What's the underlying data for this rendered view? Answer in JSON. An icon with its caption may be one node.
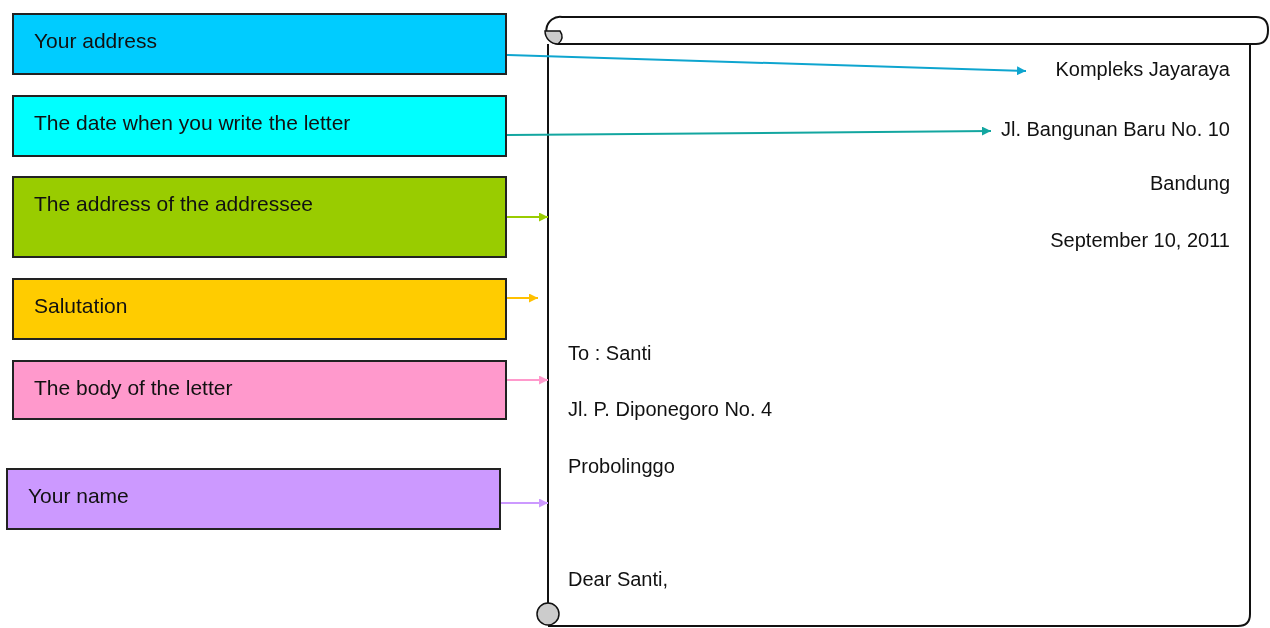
{
  "diagram": {
    "nodes": [
      {
        "text": [
          "Your address"
        ]
      },
      {
        "text": [
          "The date when you write the letter"
        ]
      },
      {
        "text": [
          "The address of the addressee"
        ]
      },
      {
        "text": [
          "Salutation"
        ]
      },
      {
        "text": [
          "The body of the letter"
        ]
      },
      {
        "text": [
          "Your name"
        ]
      },
      {
        "text": [],
        "shape": "scroll"
      },
      {
        "text": [
          "Kompleks Jayaraya"
        ],
        "in": 6
      },
      {
        "text": [
          "Jl. Bangunan Baru No. 10"
        ],
        "in": 6
      }
    ],
    "edges": [
      {
        "from": 0,
        "to": 7,
        "arrow": "to",
        "color": "#0ea5cf"
      },
      {
        "from": 1,
        "to": 8,
        "arrow": "to",
        "color": "#13a6a0"
      },
      {
        "from": 2,
        "to": 6,
        "arrow": "to",
        "color": "#99cc00"
      },
      {
        "from": 3,
        "to": 6,
        "arrow": "to",
        "color": "#ffc000"
      },
      {
        "from": 4,
        "to": 6,
        "arrow": "to",
        "color": "#ff99cc"
      },
      {
        "from": 5,
        "to": 6,
        "arrow": "to",
        "color": "#cc99ff"
      }
    ],
    "labels": [
      "Bandung",
      "September 10, 2011",
      "To : Santi",
      "Jl. P. Diponegoro No. 4",
      "Probolinggo",
      "Dear Santi,"
    ]
  }
}
